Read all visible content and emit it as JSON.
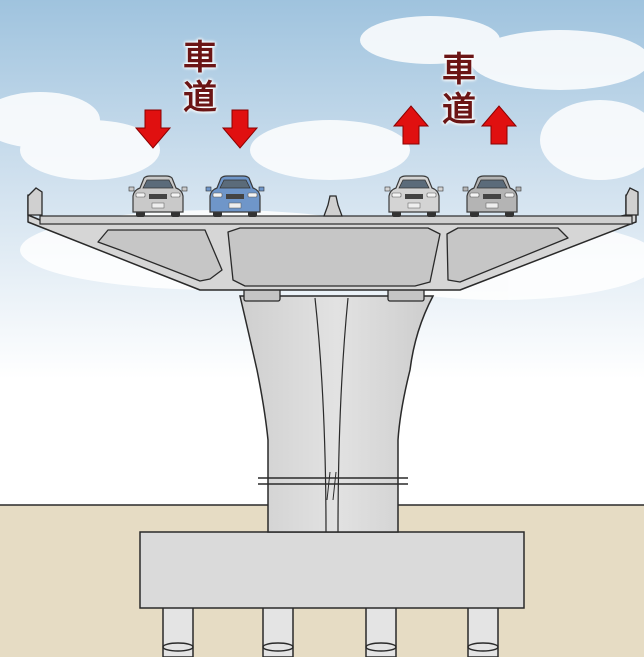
{
  "labels": {
    "left_lane": "車\n道",
    "right_lane": "車\n道"
  },
  "colors": {
    "label_text": "#6b1515",
    "arrow_red": "#e01010",
    "sky_top": "#9fc3de",
    "sky_bottom": "#ffffff",
    "ground": "#e6dcc4",
    "concrete": "#d8d8d8",
    "concrete_dark": "#b9b9b9",
    "outline": "#2a2a2a"
  },
  "arrows": [
    {
      "id": "left-lane-arrow-1",
      "direction": "down"
    },
    {
      "id": "left-lane-arrow-2",
      "direction": "down"
    },
    {
      "id": "right-lane-arrow-1",
      "direction": "up"
    },
    {
      "id": "right-lane-arrow-2",
      "direction": "up"
    }
  ],
  "cars": [
    {
      "id": "car-1",
      "color": "#c9c9c9"
    },
    {
      "id": "car-2",
      "color": "#6f96c9"
    },
    {
      "id": "car-3",
      "color": "#d4d4d4"
    },
    {
      "id": "car-4",
      "color": "#b4b4b4"
    }
  ]
}
